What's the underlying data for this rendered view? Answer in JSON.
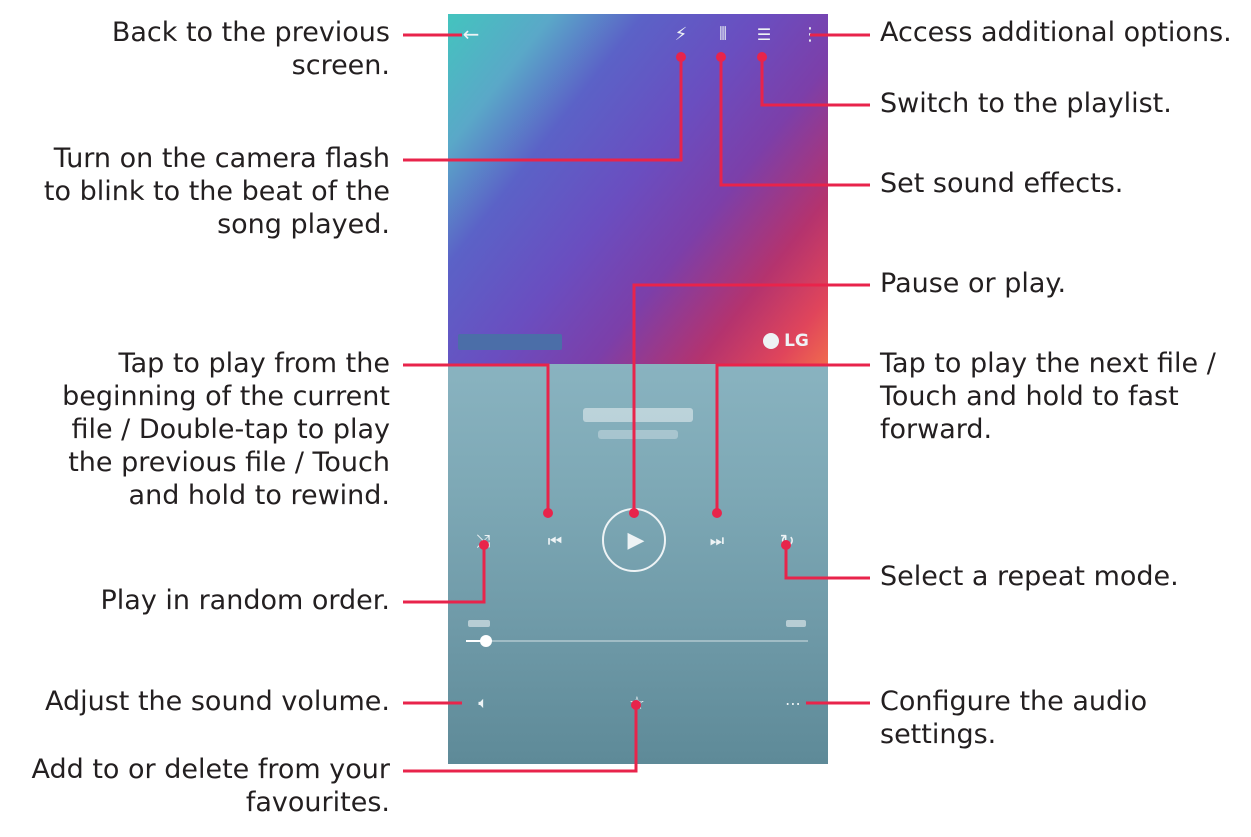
{
  "callouts": {
    "back": "Back to the previous\nscreen.",
    "flash": "Turn on the camera flash\nto blink to the beat of the\nsong played.",
    "prev": "Tap to play from the\nbeginning of the current\nfile / Double-tap to play\nthe previous file / Touch\nand hold to rewind.",
    "shuffle": "Play in random order.",
    "volume": "Adjust the sound volume.",
    "favourite": "Add to or delete from your\nfavourites.",
    "options": "Access additional options.",
    "playlist": "Switch to the playlist.",
    "sound_effects": "Set sound effects.",
    "play_pause": "Pause or play.",
    "next": "Tap to play the next file /\nTouch and hold to fast\nforward.",
    "repeat": "Select a repeat mode.",
    "audio_settings": "Configure the audio\nsettings."
  },
  "player": {
    "brand": "LG",
    "progress_fraction": 0.05
  },
  "colors": {
    "callout_line": "#e8244b",
    "text": "#231f20",
    "player_bg": "#7ea9b6"
  },
  "icons": [
    "back-arrow-icon",
    "flash-icon",
    "equalizer-icon",
    "playlist-icon",
    "more-vert-icon",
    "previous-icon",
    "play-icon",
    "next-icon",
    "shuffle-icon",
    "repeat-icon",
    "volume-icon",
    "star-icon",
    "settings-icon"
  ]
}
